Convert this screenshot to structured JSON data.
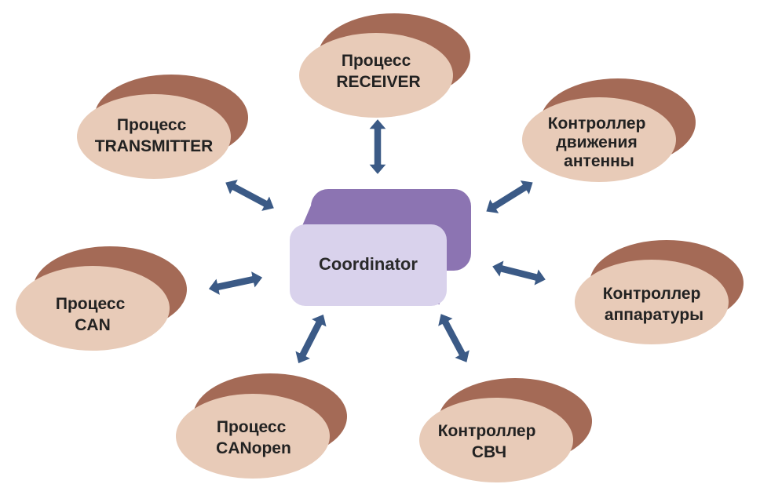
{
  "colors": {
    "node_fill": "#e8cbb8",
    "node_shadow": "#a46a56",
    "coordinator_front": "#d9d2ec",
    "coordinator_back": "#8c74b2",
    "arrow": "#3b5a86"
  },
  "coordinator": {
    "label": "Coordinator"
  },
  "nodes": [
    {
      "id": "receiver",
      "lines": [
        "Процесс",
        "RECEIVER"
      ]
    },
    {
      "id": "transmitter",
      "lines": [
        "Процесс",
        "TRANSMITTER"
      ]
    },
    {
      "id": "antenna",
      "lines": [
        "Контроллер",
        "движения",
        "антенны"
      ]
    },
    {
      "id": "can",
      "lines": [
        "Процесс",
        "CAN"
      ]
    },
    {
      "id": "apparatus",
      "lines": [
        "Контроллер",
        "аппаратуры"
      ]
    },
    {
      "id": "canopen",
      "lines": [
        "Процесс",
        "CANopen"
      ]
    },
    {
      "id": "svch",
      "lines": [
        "Контроллер",
        "СВЧ"
      ]
    }
  ]
}
